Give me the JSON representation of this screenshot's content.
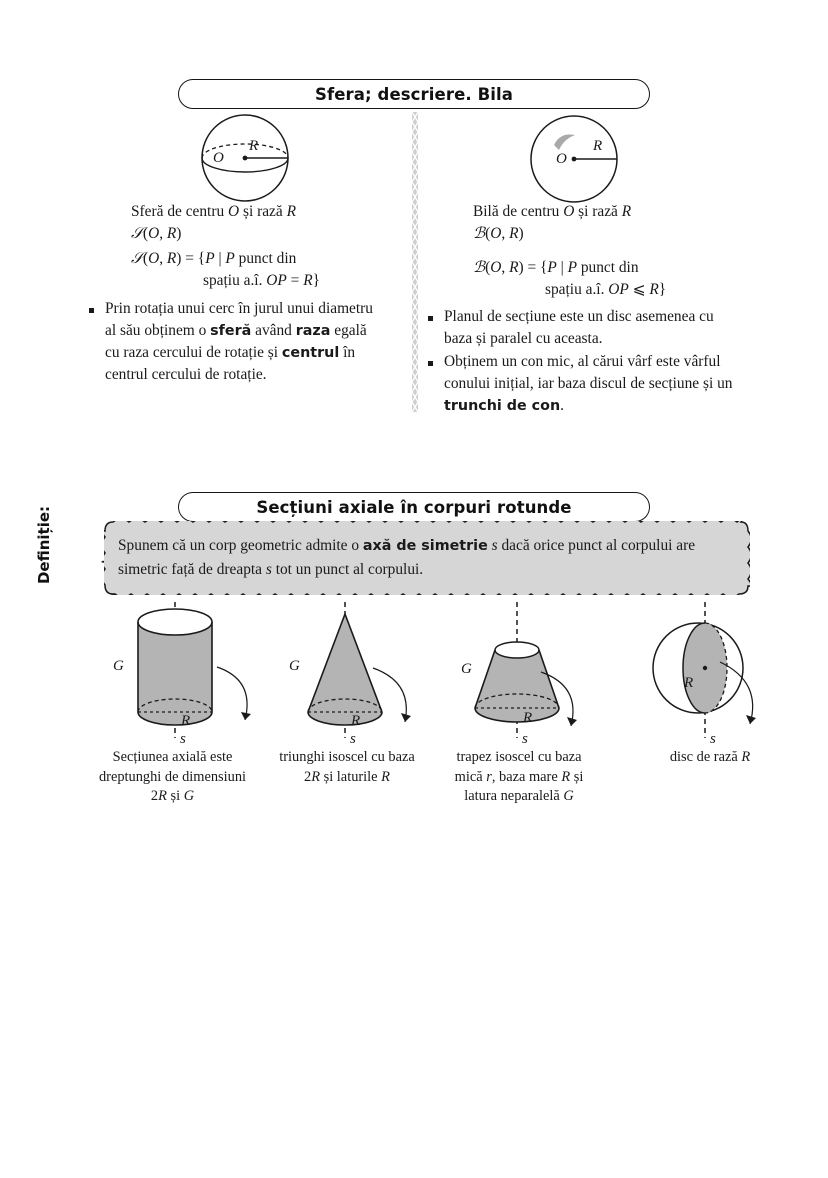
{
  "sections": [
    {
      "id": "sfera",
      "title": "Sfera; descriere. Bila",
      "columns": [
        {
          "id": "sfera-col",
          "figure": "sphere-with-equator",
          "lines": [
            {
              "parts": [
                {
                  "t": "Sferă de centru ",
                  "s": "n"
                },
                {
                  "t": "O",
                  "s": "i"
                },
                {
                  "t": " și rază ",
                  "s": "n"
                },
                {
                  "t": "R",
                  "s": "i"
                }
              ]
            },
            {
              "parts": [
                {
                  "t": "𝒮",
                  "s": "scr"
                },
                {
                  "t": "(",
                  "s": "n"
                },
                {
                  "t": "O",
                  "s": "i"
                },
                {
                  "t": ", ",
                  "s": "n"
                },
                {
                  "t": "R",
                  "s": "i"
                },
                {
                  "t": ")",
                  "s": "n"
                }
              ]
            },
            {
              "parts": [
                {
                  "t": "𝒮",
                  "s": "scr"
                },
                {
                  "t": "(",
                  "s": "n"
                },
                {
                  "t": "O",
                  "s": "i"
                },
                {
                  "t": ", ",
                  "s": "n"
                },
                {
                  "t": "R",
                  "s": "i"
                },
                {
                  "t": ") = {",
                  "s": "n"
                },
                {
                  "t": "P",
                  "s": "i"
                },
                {
                  "t": " | ",
                  "s": "n"
                },
                {
                  "t": "P",
                  "s": "i"
                },
                {
                  "t": " punct din",
                  "s": "n"
                }
              ]
            },
            {
              "parts": [
                {
                  "t": "spațiu a.î. ",
                  "s": "n"
                },
                {
                  "t": "OP",
                  "s": "i"
                },
                {
                  "t": " = ",
                  "s": "n"
                },
                {
                  "t": "R",
                  "s": "i"
                },
                {
                  "t": "}",
                  "s": "n"
                }
              ]
            }
          ],
          "bullets": [
            {
              "parts": [
                {
                  "t": "Prin rotația unui cerc în jurul unui diametru al său obținem o ",
                  "s": "n"
                },
                {
                  "t": "sferă",
                  "s": "b"
                },
                {
                  "t": " având ",
                  "s": "n"
                },
                {
                  "t": "raza",
                  "s": "b"
                },
                {
                  "t": " egală cu raza cercului de rotație și ",
                  "s": "n"
                },
                {
                  "t": "centrul",
                  "s": "b"
                },
                {
                  "t": " în centrul cercului de rotație.",
                  "s": "n"
                }
              ]
            }
          ]
        },
        {
          "id": "bila-col",
          "figure": "ball-circle",
          "lines": [
            {
              "parts": [
                {
                  "t": "Bilă de centru ",
                  "s": "n"
                },
                {
                  "t": "O",
                  "s": "i"
                },
                {
                  "t": " și rază ",
                  "s": "n"
                },
                {
                  "t": "R",
                  "s": "i"
                }
              ]
            },
            {
              "parts": [
                {
                  "t": "ℬ",
                  "s": "scr"
                },
                {
                  "t": "(",
                  "s": "n"
                },
                {
                  "t": "O",
                  "s": "i"
                },
                {
                  "t": ", ",
                  "s": "n"
                },
                {
                  "t": "R",
                  "s": "i"
                },
                {
                  "t": ")",
                  "s": "n"
                }
              ]
            },
            {
              "parts": [
                {
                  "t": "ℬ",
                  "s": "scr"
                },
                {
                  "t": "(",
                  "s": "n"
                },
                {
                  "t": "O",
                  "s": "i"
                },
                {
                  "t": ", ",
                  "s": "n"
                },
                {
                  "t": "R",
                  "s": "i"
                },
                {
                  "t": ") = {",
                  "s": "n"
                },
                {
                  "t": "P",
                  "s": "i"
                },
                {
                  "t": " | ",
                  "s": "n"
                },
                {
                  "t": "P",
                  "s": "i"
                },
                {
                  "t": " punct din",
                  "s": "n"
                }
              ]
            },
            {
              "parts": [
                {
                  "t": "spațiu a.î. ",
                  "s": "n"
                },
                {
                  "t": "OP",
                  "s": "i"
                },
                {
                  "t": " ⩽ ",
                  "s": "n"
                },
                {
                  "t": "R",
                  "s": "i"
                },
                {
                  "t": "}",
                  "s": "n"
                }
              ]
            }
          ],
          "bullets": [
            {
              "parts": [
                {
                  "t": "Planul de secțiune este un disc asemenea cu baza și paralel cu aceasta.",
                  "s": "n"
                }
              ]
            },
            {
              "parts": [
                {
                  "t": "Obținem un con mic, al cărui vârf este vârful conului inițial, iar baza discul de secțiune și un ",
                  "s": "n"
                },
                {
                  "t": "trunchi de con",
                  "s": "b"
                },
                {
                  "t": ".",
                  "s": "n"
                }
              ]
            }
          ]
        }
      ],
      "figure_labels": {
        "sphere_center": "O",
        "sphere_radius": "R",
        "ball_center": "O",
        "ball_radius": "R"
      }
    },
    {
      "id": "sectiuni",
      "title": "Secțiuni axiale în corpuri rotunde",
      "definition": {
        "label": "Definiție:",
        "parts": [
          {
            "t": "Spunem că un corp geometric admite o ",
            "s": "n"
          },
          {
            "t": "axă de simetrie",
            "s": "b"
          },
          {
            "t": " ",
            "s": "n"
          },
          {
            "t": "s",
            "s": "i"
          },
          {
            "t": " dacă orice punct al corpului are simetric față de dreapta ",
            "s": "n"
          },
          {
            "t": "s",
            "s": "i"
          },
          {
            "t": " tot un punct al corpului.",
            "s": "n"
          }
        ]
      },
      "figures": [
        {
          "id": "cylinder",
          "shape": "cylinder",
          "labels": {
            "slant": "G",
            "radius": "R",
            "axis": "s"
          },
          "caption_lines": [
            [
              {
                "t": "Secțiunea axială este",
                "s": "n"
              }
            ],
            [
              {
                "t": "dreptunghi de dimensiuni",
                "s": "n"
              }
            ],
            [
              {
                "t": "2",
                "s": "n"
              },
              {
                "t": "R",
                "s": "i"
              },
              {
                "t": " și ",
                "s": "n"
              },
              {
                "t": "G",
                "s": "i"
              }
            ]
          ]
        },
        {
          "id": "cone",
          "shape": "cone",
          "labels": {
            "slant": "G",
            "radius": "R",
            "axis": "s"
          },
          "caption_lines": [
            [
              {
                "t": "triunghi isoscel cu baza",
                "s": "n"
              }
            ],
            [
              {
                "t": "2",
                "s": "n"
              },
              {
                "t": "R",
                "s": "i"
              },
              {
                "t": " și laturile ",
                "s": "n"
              },
              {
                "t": "R",
                "s": "i"
              }
            ]
          ]
        },
        {
          "id": "frustum",
          "shape": "truncated-cone",
          "labels": {
            "slant": "G",
            "radius": "R",
            "axis": "s"
          },
          "caption_lines": [
            [
              {
                "t": "trapez isoscel cu baza",
                "s": "n"
              }
            ],
            [
              {
                "t": "mică ",
                "s": "n"
              },
              {
                "t": "r",
                "s": "i"
              },
              {
                "t": ", baza mare ",
                "s": "n"
              },
              {
                "t": "R",
                "s": "i"
              },
              {
                "t": " și",
                "s": "n"
              }
            ],
            [
              {
                "t": "latura neparalelă ",
                "s": "n"
              },
              {
                "t": "G",
                "s": "i"
              }
            ]
          ]
        },
        {
          "id": "sphere-section",
          "shape": "sphere-disc",
          "labels": {
            "radius": "R",
            "axis": "s"
          },
          "caption_lines": [
            [
              {
                "t": "disc de rază ",
                "s": "n"
              },
              {
                "t": "R",
                "s": "i"
              }
            ]
          ]
        }
      ]
    }
  ],
  "colors": {
    "ink": "#1a1a1a",
    "shape_fill": "#b4b4b4",
    "definition_fill": "#d6d6d6",
    "divider_gray": "#b8b8b8"
  }
}
